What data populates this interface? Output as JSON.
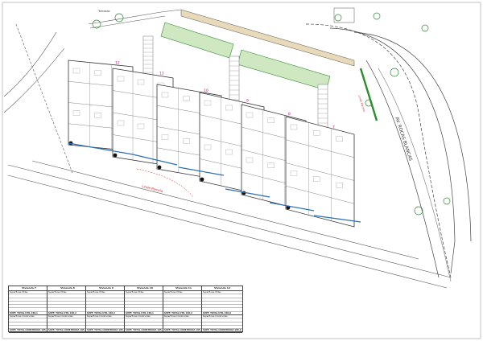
{
  "site": {
    "street_label": "AV. ROCAS BLANCAS",
    "boundary_label": "Linde Parcela",
    "top_label": "Terrazas",
    "line_color": "#333333",
    "green_color": "#2e8b2e",
    "red_color": "#cc2222",
    "water_color": "#2a6fb5"
  },
  "units": [
    {
      "num": "12"
    },
    {
      "num": "11"
    },
    {
      "num": "10"
    },
    {
      "num": "9"
    },
    {
      "num": "8"
    },
    {
      "num": "7"
    }
  ],
  "tables": [
    {
      "title": "Vivienda 7",
      "total": "150,1",
      "built_total": "185,9"
    },
    {
      "title": "Vivienda 8",
      "total": "150,2",
      "built_total": "185,8"
    },
    {
      "title": "Vivienda 9",
      "total": "150,2",
      "built_total": "185,9"
    },
    {
      "title": "Vivienda 10",
      "total": "150,1",
      "built_total": "185,8"
    },
    {
      "title": "Vivienda 11",
      "total": "150,2",
      "built_total": "185,9"
    },
    {
      "title": "Vivienda 12",
      "total": "150,0",
      "built_total": "186,0"
    }
  ],
  "table_labels": {
    "useful": "Superficies Útiles",
    "built": "Superficies Construidas",
    "total_useful": "SUPF. TOTAL ÚTIL",
    "total_built": "SUPF. TOTAL CONSTRUIDA"
  }
}
